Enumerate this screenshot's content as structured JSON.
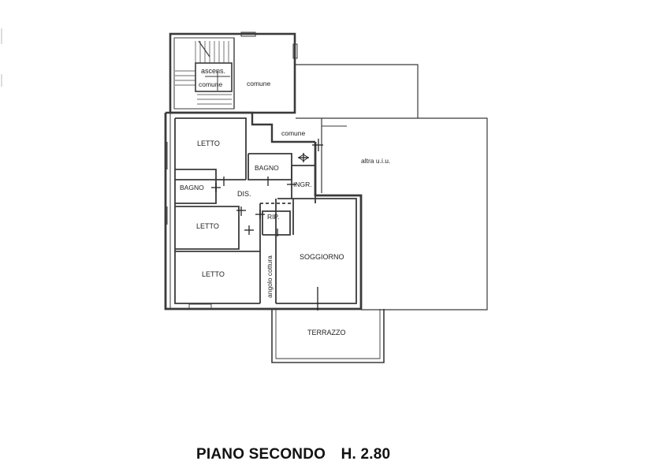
{
  "rooms": {
    "ascens": "ascens.",
    "comune_lift": "comune",
    "comune_stair": "comune",
    "comune_landing": "comune",
    "altra_uiu": "altra u.i.u.",
    "letto_top": "LETTO",
    "bagno_small": "BAGNO",
    "ingr": "INGR.",
    "bagno_left": "BAGNO",
    "dis": "DIS.",
    "rip": "RIP.",
    "letto_mid": "LETTO",
    "letto_bottom": "LETTO",
    "soggiorno": "SOGGIORNO",
    "angolo_cottura": "angolo cottura",
    "terrazzo": "TERRAZZO"
  },
  "caption": {
    "floor": "PIANO SECONDO",
    "height": "H. 2.80"
  }
}
